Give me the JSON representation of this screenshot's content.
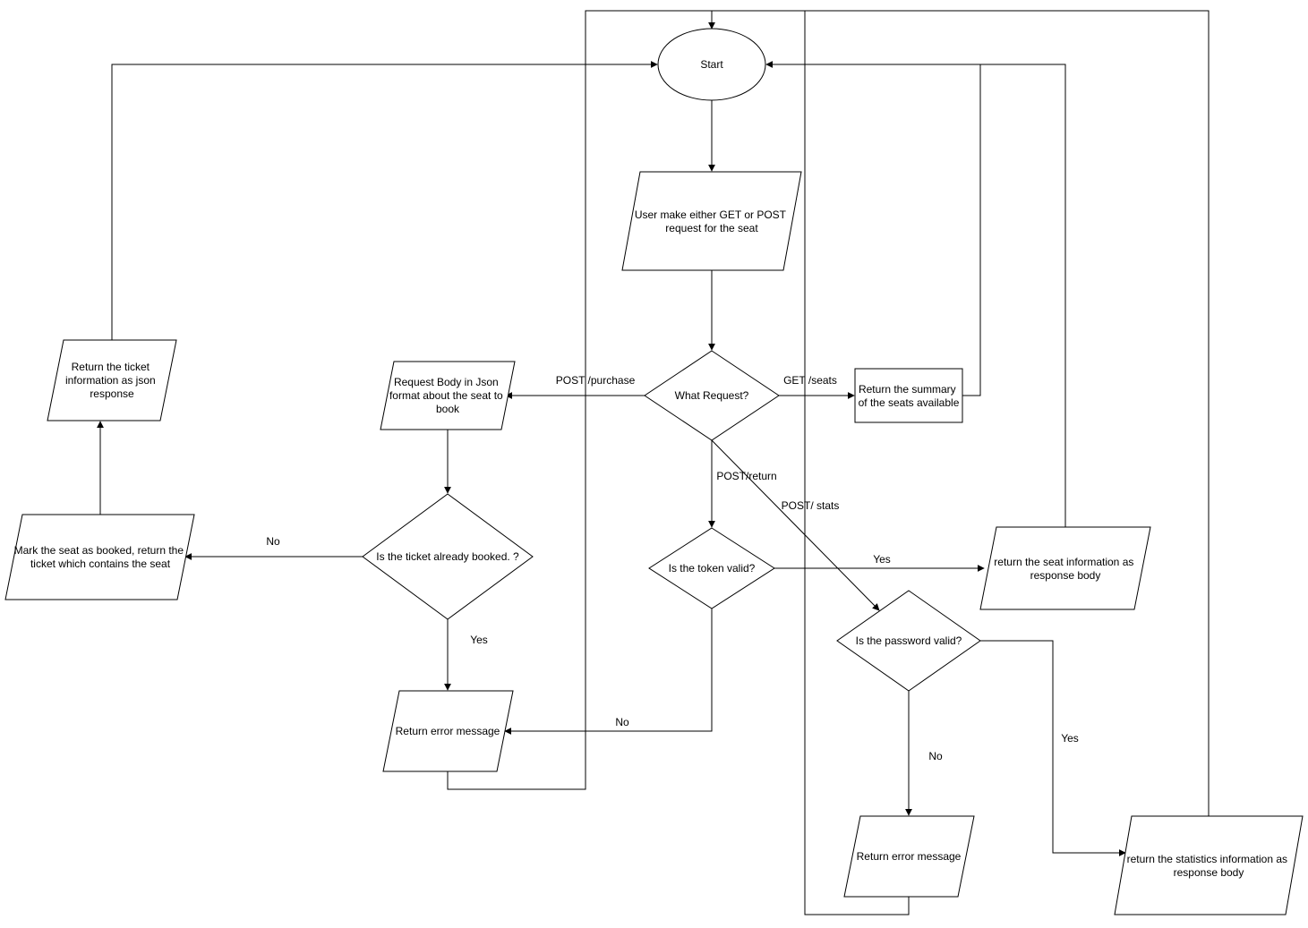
{
  "nodes": {
    "start": "Start",
    "user_request": [
      "User make either GET or POST",
      "request for the seat"
    ],
    "what_request": "What Request?",
    "summary": [
      "Return the summary",
      "of the seats available"
    ],
    "request_body": [
      "Request Body in Json",
      "format about the seat to",
      "book"
    ],
    "already_booked": "Is the ticket already booked. ?",
    "mark_seat": [
      "Mark the seat as booked, return the",
      "ticket which contains the seat"
    ],
    "return_ticket": [
      "Return the ticket",
      "information as json",
      "response"
    ],
    "error_left": "Return error message",
    "token_valid": "Is the token valid?",
    "seat_info": [
      "return the seat information as",
      "response body"
    ],
    "password_valid": "Is the password valid?",
    "error_right": "Return error message",
    "stats_info": [
      "return the statistics information as",
      "response body"
    ]
  },
  "edge_labels": {
    "post_purchase": "POST /purchase",
    "get_seats": "GET /seats",
    "post_return": "POST/return",
    "post_stats": "POST/ stats",
    "booked_no": "No",
    "booked_yes": "Yes",
    "token_yes": "Yes",
    "token_no": "No",
    "password_no": "No",
    "password_yes": "Yes"
  }
}
